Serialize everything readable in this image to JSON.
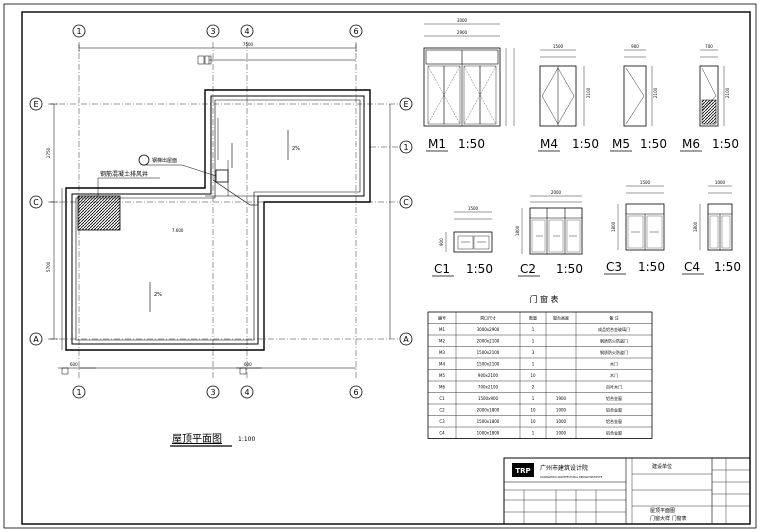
{
  "plan": {
    "title": "屋顶平面图",
    "scale": "1:100",
    "axes": {
      "top": [
        "1",
        "3",
        "4",
        "6"
      ],
      "bottom": [
        "1",
        "3",
        "4",
        "6"
      ],
      "left": [
        "E",
        "C",
        "A"
      ],
      "right": [
        "E",
        "1",
        "C",
        "A"
      ]
    },
    "annotations": {
      "hatch_label": "钢筋混凝土排风井",
      "tag_label": "钢梯出屋面",
      "slope": "2%",
      "level": "7.600"
    },
    "dims": {
      "top_span": "7500",
      "left_mid": "2750",
      "left_low": "5700",
      "bottom_left": "600",
      "bottom_right": "600"
    }
  },
  "doors": [
    {
      "id": "M1",
      "scale": "1:50",
      "dim_w": "3000",
      "dim_h": "2900"
    },
    {
      "id": "M4",
      "scale": "1:50",
      "dim_w": "1500",
      "dim_h": "2100"
    },
    {
      "id": "M5",
      "scale": "1:50",
      "dim_w": "900",
      "dim_h": "2100"
    },
    {
      "id": "M6",
      "scale": "1:50",
      "dim_w": "700",
      "dim_h": "2100"
    }
  ],
  "windows": [
    {
      "id": "C1",
      "scale": "1:50",
      "dim_w": "1500",
      "dim_h": "900"
    },
    {
      "id": "C2",
      "scale": "1:50",
      "dim_w": "2000",
      "dim_h": "1800"
    },
    {
      "id": "C3",
      "scale": "1:50",
      "dim_w": "1500",
      "dim_h": "1800"
    },
    {
      "id": "C4",
      "scale": "1:50",
      "dim_w": "1000",
      "dim_h": "1800"
    }
  ],
  "schedule": {
    "title": "门 窗 表",
    "headers": [
      "编号",
      "洞口尺寸",
      "数量",
      "窗台高度",
      "备 注"
    ],
    "rows": [
      [
        "M1",
        "3000x2900",
        "1",
        "",
        "成品铝合金玻璃门"
      ],
      [
        "M2",
        "2000x2100",
        "1",
        "",
        "钢质防火防盗门"
      ],
      [
        "M3",
        "1500x2100",
        "3",
        "",
        "钢质防火防盗门"
      ],
      [
        "M4",
        "1500x2100",
        "1",
        "",
        "木门"
      ],
      [
        "M5",
        "900x2100",
        "10",
        "",
        "木门"
      ],
      [
        "M6",
        "700x2100",
        "2",
        "",
        "百叶木门"
      ],
      [
        "C1",
        "1500x900",
        "1",
        "1900",
        "铝合金窗"
      ],
      [
        "C2",
        "2000x1800",
        "10",
        "1000",
        "铝合金窗"
      ],
      [
        "C3",
        "1500x1800",
        "10",
        "1000",
        "铝合金窗"
      ],
      [
        "C4",
        "1000x1800",
        "1",
        "1000",
        "铝合金窗"
      ]
    ]
  },
  "title_block": {
    "logo": "TRP",
    "company": "广州市建筑设计院",
    "company_en": "GUANGZHOU ARCHITECTURAL DESIGN INSTITUTE",
    "project": "建设单位",
    "drawing": "屋顶平面图",
    "drawing2": "门窗大样 门窗表"
  },
  "colors": {
    "line": "#000000",
    "background": "#ffffff",
    "hatch": "#000000"
  }
}
